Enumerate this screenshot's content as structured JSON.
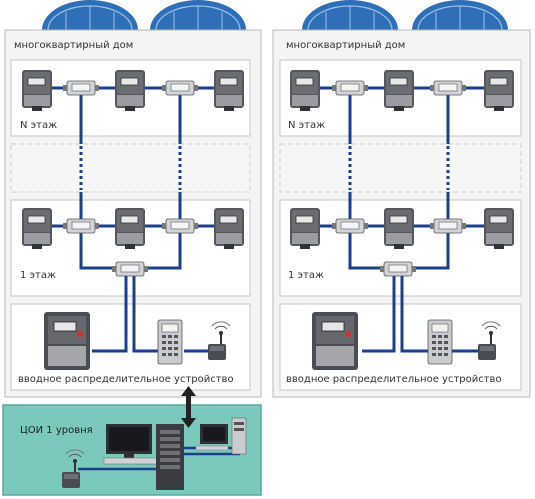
{
  "colors": {
    "wire": "#1b3f8b",
    "building_bg": "#f4f4f4",
    "building_border": "#b8b8b8",
    "floor_bg": "#ffffff",
    "roof": "#2f6fb8",
    "coi_bg": "#7bc9bd",
    "coi_border": "#5aa89c",
    "meter_body": "#4d4f55",
    "screen": "#e9e9e9"
  },
  "buildings": [
    {
      "title": "многоквартирный дом",
      "floor_top": "N этаж",
      "floor_bottom": "1 этаж",
      "input_device": "вводное распределительное устройство"
    },
    {
      "title": "многоквартирный дом",
      "floor_top": "N этаж",
      "floor_bottom": "1 этаж",
      "input_device": "вводное распределительное устройство"
    }
  ],
  "coi": {
    "label": "ЦОИ 1 уровня"
  },
  "icons": {
    "meter": "electricity-meter-icon",
    "concentrator": "data-concentrator-icon",
    "router": "radio-modem-icon",
    "computer": "computer-icon",
    "server": "server-tower-icon"
  }
}
